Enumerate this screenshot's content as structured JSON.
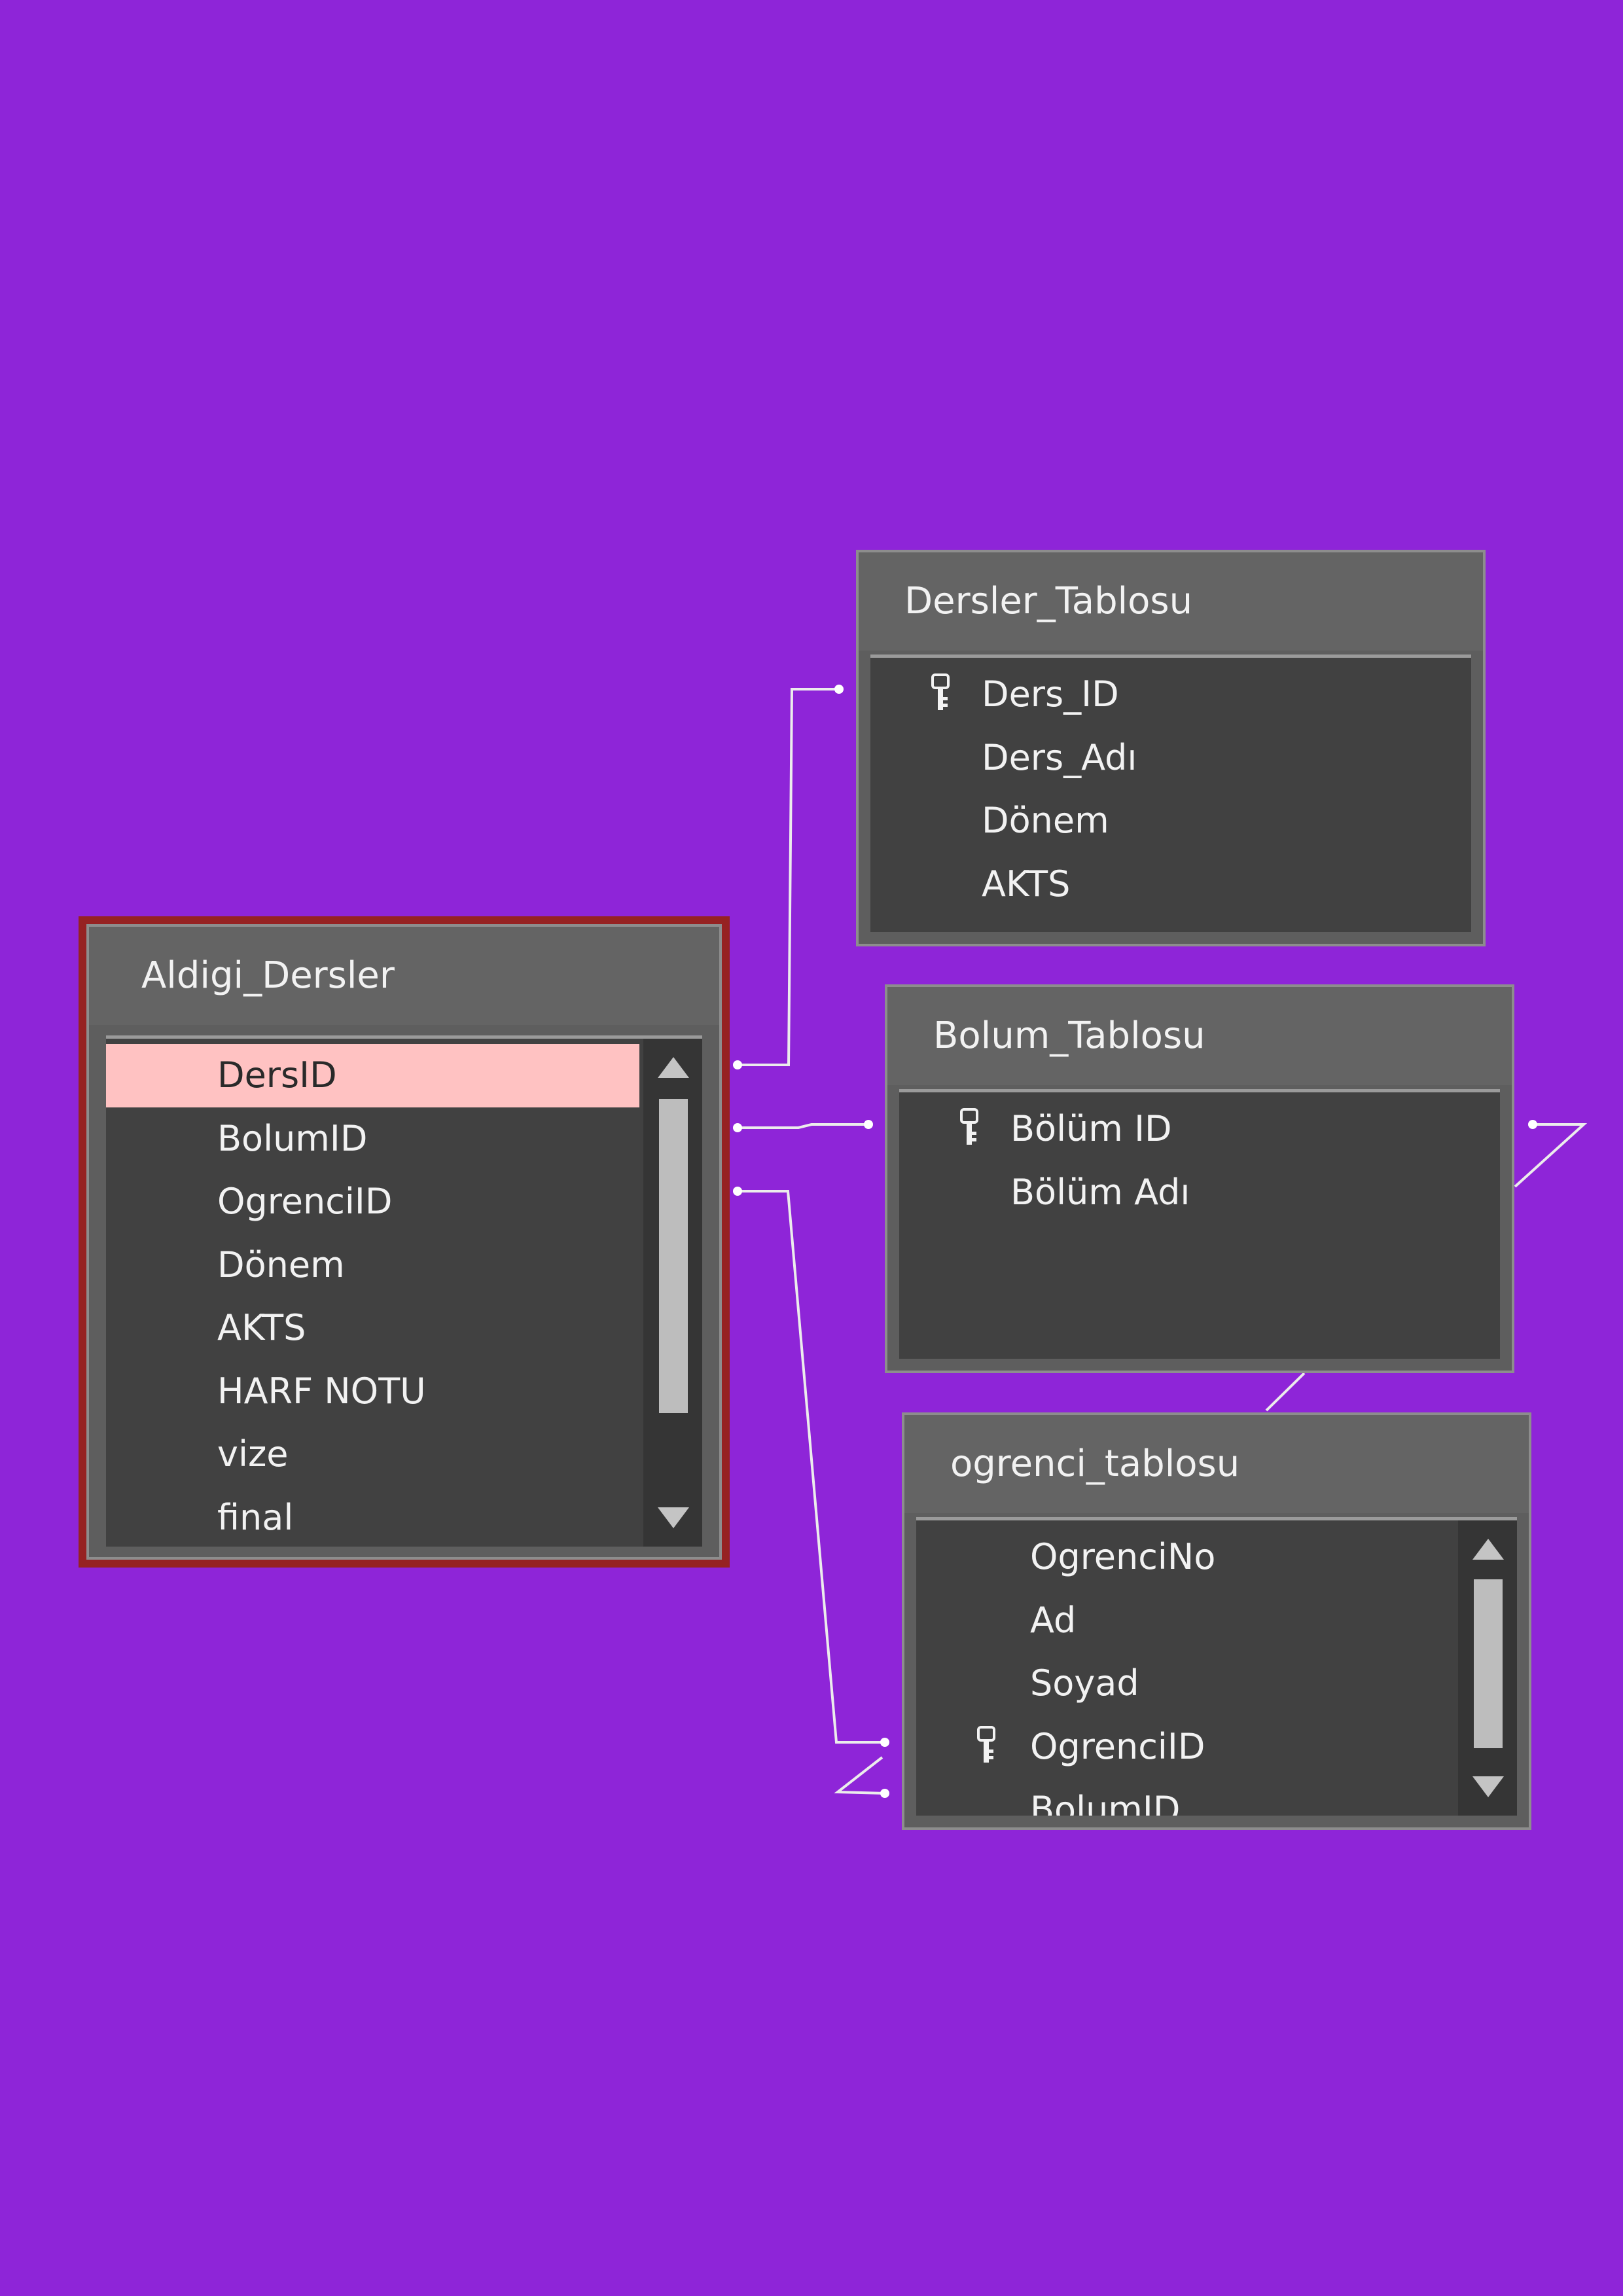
{
  "colors": {
    "canvas_background": "#8e25d8",
    "table_frame": "#5e5e5e",
    "table_body": "#414141",
    "selected_border": "#962222",
    "selected_row": "#ffc2c2",
    "relationship_line": "#ffffff"
  },
  "tables": {
    "aldigi": {
      "title": "Aldigi_Dersler",
      "fields": [
        "DersID",
        "BolumID",
        "OgrenciID",
        "Dönem",
        "AKTS",
        "HARF NOTU",
        "vize",
        "final"
      ],
      "selected": true,
      "active_field": "DersID"
    },
    "dersler": {
      "title": "Dersler_Tablosu",
      "fields": [
        "Ders_ID",
        "Ders_Adı",
        "Dönem",
        "AKTS"
      ],
      "primary_key": "Ders_ID"
    },
    "bolum": {
      "title": "Bolum_Tablosu",
      "fields": [
        "Bölüm ID",
        "Bölüm Adı"
      ],
      "primary_key": "Bölüm ID"
    },
    "ogrenci": {
      "title": "ogrenci_tablosu",
      "fields": [
        "OgrenciNo",
        "Ad",
        "Soyad",
        "OgrenciID",
        "BolumID"
      ],
      "primary_key": "OgrenciID"
    }
  },
  "icons": {
    "primary_key": "key-icon",
    "scroll_up": "scroll-up-arrow-icon",
    "scroll_down": "scroll-down-arrow-icon"
  },
  "relationships": [
    {
      "from": "Aldigi_Dersler.DersID",
      "to": "Dersler_Tablosu.Ders_ID"
    },
    {
      "from": "Aldigi_Dersler.BolumID",
      "to": "Bolum_Tablosu.Bölüm ID"
    },
    {
      "from": "Aldigi_Dersler.OgrenciID",
      "to": "ogrenci_tablosu.OgrenciID"
    },
    {
      "from": "Bolum_Tablosu.Bölüm ID",
      "to": "ogrenci_tablosu.BolumID"
    }
  ]
}
